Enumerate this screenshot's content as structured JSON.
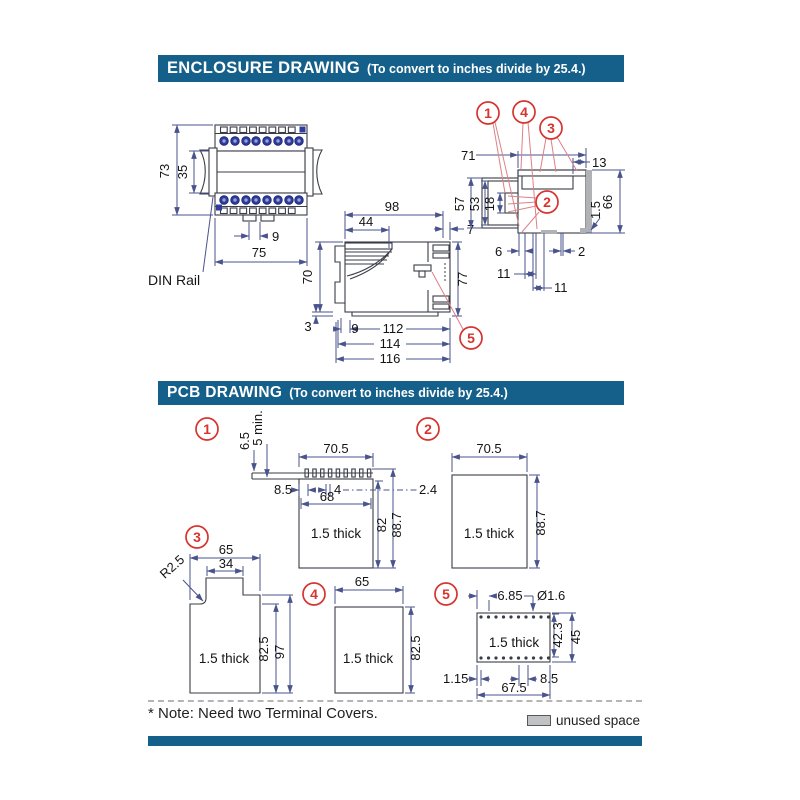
{
  "enclosure_section": {
    "header": {
      "title": "ENCLOSURE DRAWING",
      "subtitle": "(To convert to inches divide by 25.4.)"
    },
    "front_view": {
      "din_label": "DIN Rail",
      "height": "73",
      "window_height": "35",
      "slot_width": "9",
      "width": "75"
    },
    "side_view": {
      "width_98": "98",
      "width_44": "44",
      "width_7": "7",
      "height_70": "70",
      "height_77": "77",
      "width_9": "9",
      "width_112": "112",
      "height_3": "3",
      "width_114": "114",
      "width_116": "116",
      "callout": "5"
    },
    "rear_view": {
      "callout_1": "1",
      "callout_4": "4",
      "callout_3": "3",
      "callout_2": "2",
      "width_71": "71",
      "width_13": "13",
      "height_57": "57",
      "height_53": "53",
      "height_18": "18",
      "thickness_1_5": "1.5",
      "height_66": "66",
      "width_6": "6",
      "width_2": "2",
      "width_11a": "11",
      "width_11b": "11"
    }
  },
  "pcb_section": {
    "header": {
      "title": "PCB DRAWING",
      "subtitle": "(To convert to inches divide by 25.4.)"
    },
    "pcb1": {
      "callout": "1",
      "dim_6_5": "6.5",
      "dim_5_min": "5 min.",
      "dim_70_5": "70.5",
      "dim_8_5": "8.5",
      "dim_4": "4",
      "dim_2_4": "2.4",
      "dim_68": "68",
      "dim_82": "82",
      "dim_88_7": "88.7",
      "thickness": "1.5 thick"
    },
    "pcb2": {
      "callout": "2",
      "dim_70_5": "70.5",
      "dim_88_7": "88.7",
      "thickness": "1.5 thick"
    },
    "pcb3": {
      "callout": "3",
      "dim_65": "65",
      "dim_34": "34",
      "dim_r": "R2.5",
      "dim_82_5": "82.5",
      "dim_97": "97",
      "thickness": "1.5 thick"
    },
    "pcb4": {
      "callout": "4",
      "dim_65": "65",
      "dim_82_5": "82.5",
      "thickness": "1.5 thick"
    },
    "pcb5": {
      "callout": "5",
      "dim_6_85": "6.85",
      "dim_dia": "Ø1.6",
      "dim_42_3": "42.3",
      "dim_45": "45",
      "dim_1_15": "1.15",
      "dim_8_5": "8.5",
      "dim_67_5": "67.5",
      "thickness": "1.5 thick"
    }
  },
  "footer": {
    "note": "* Note: Need two Terminal Covers.",
    "legend_label": "unused space"
  },
  "colors": {
    "header_bg": "#15608a",
    "callout_red": "#d5342f",
    "dim_line": "#49538c",
    "outline": "#3a3d47",
    "screw_blue": "#2e3c9b",
    "unused_gray": "#b0b2b5"
  }
}
